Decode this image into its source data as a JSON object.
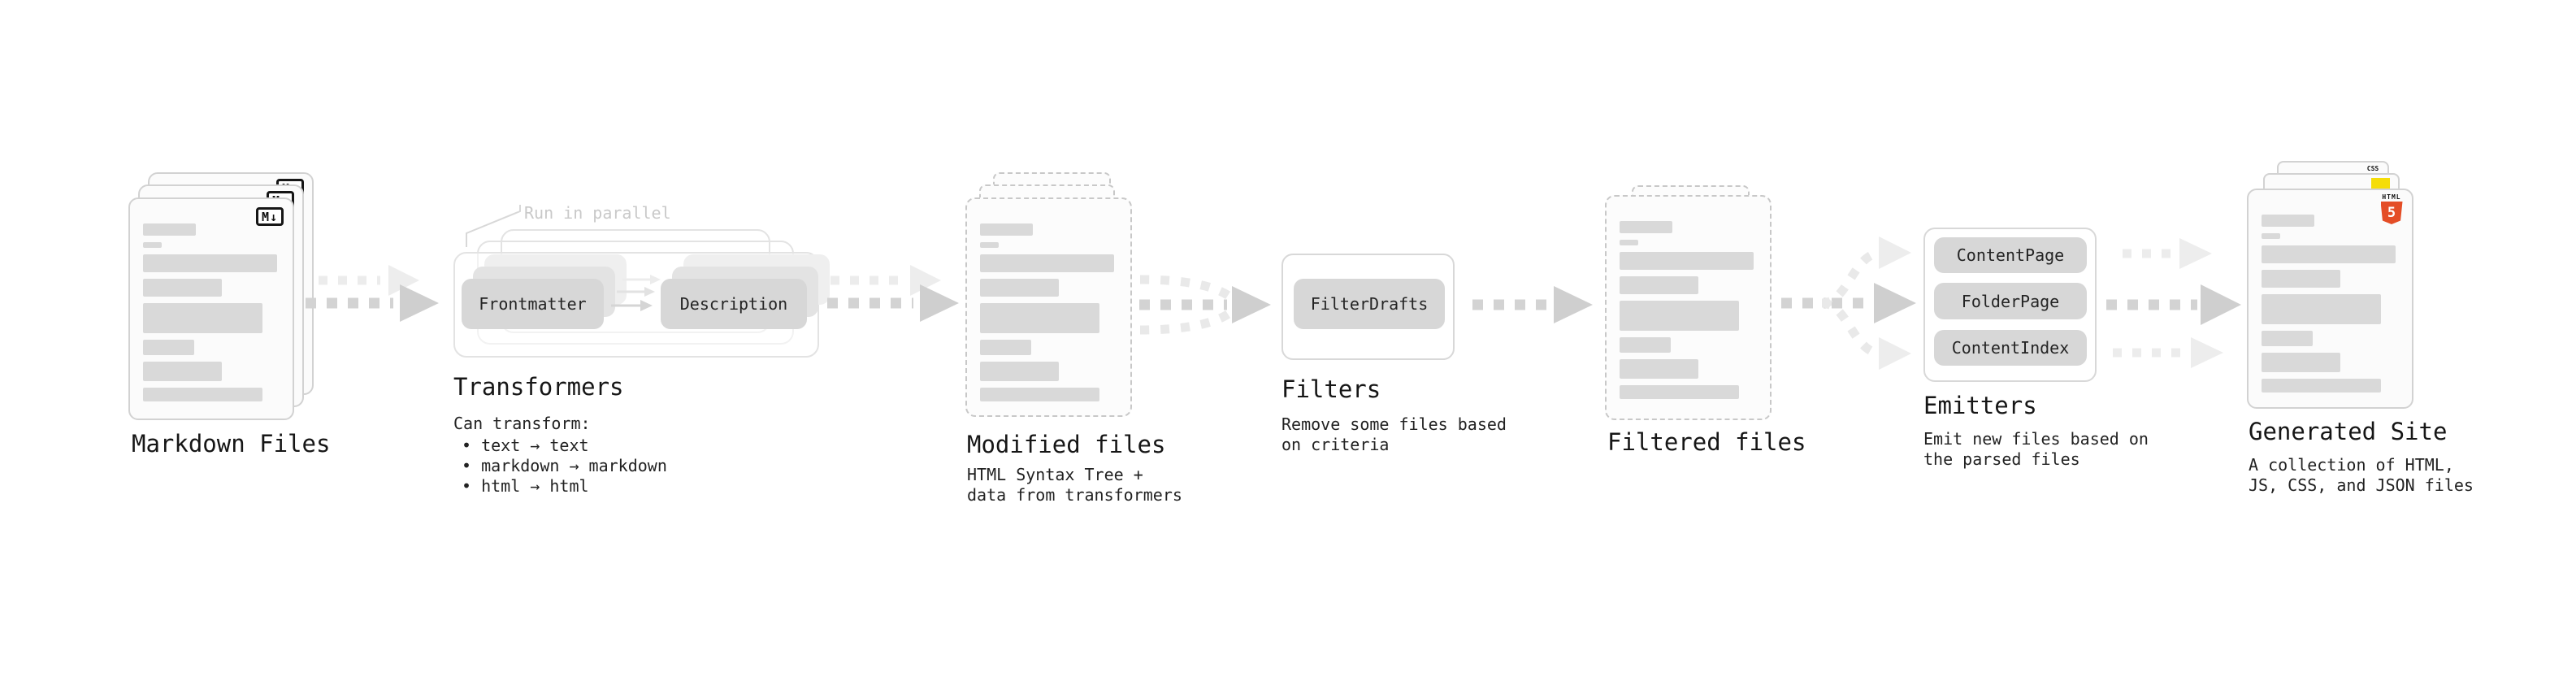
{
  "colors": {
    "background": "#ffffff",
    "text_dark": "#161616",
    "skeleton_gray": "#d9d9d9",
    "pill_gray": "#d7d7d7",
    "arrow_gray": "#d3d3d3",
    "ghost_gray": "#ececec",
    "note_gray": "#c9c9c9",
    "html5_orange": "#e44d26",
    "js_yellow": "#f5dd08",
    "css_blue": "#2965f1"
  },
  "markdown_files": {
    "label": "Markdown Files",
    "badge": "M↓"
  },
  "transformers": {
    "note": "Run in parallel",
    "pill_frontmatter": "Frontmatter",
    "pill_description": "Description",
    "heading": "Transformers",
    "desc_title": "Can transform:",
    "bullets": [
      "• text → text",
      "• markdown → markdown",
      "• html → html"
    ]
  },
  "modified_files": {
    "label": "Modified files",
    "desc": [
      "HTML Syntax Tree +",
      "data from transformers"
    ]
  },
  "filters": {
    "heading": "Filters",
    "pill": "FilterDrafts",
    "desc": [
      "Remove some files based",
      "on criteria"
    ]
  },
  "filtered_files": {
    "label": "Filtered files"
  },
  "emitters": {
    "heading": "Emitters",
    "pills": [
      "ContentPage",
      "FolderPage",
      "ContentIndex"
    ],
    "desc": [
      "Emit new files based on",
      "the parsed files"
    ]
  },
  "generated_site": {
    "label": "Generated Site",
    "desc": [
      "A collection of HTML,",
      "JS, CSS, and JSON files"
    ],
    "badges": {
      "css": "CSS",
      "html_label": "HTML",
      "html_number": "5"
    }
  }
}
